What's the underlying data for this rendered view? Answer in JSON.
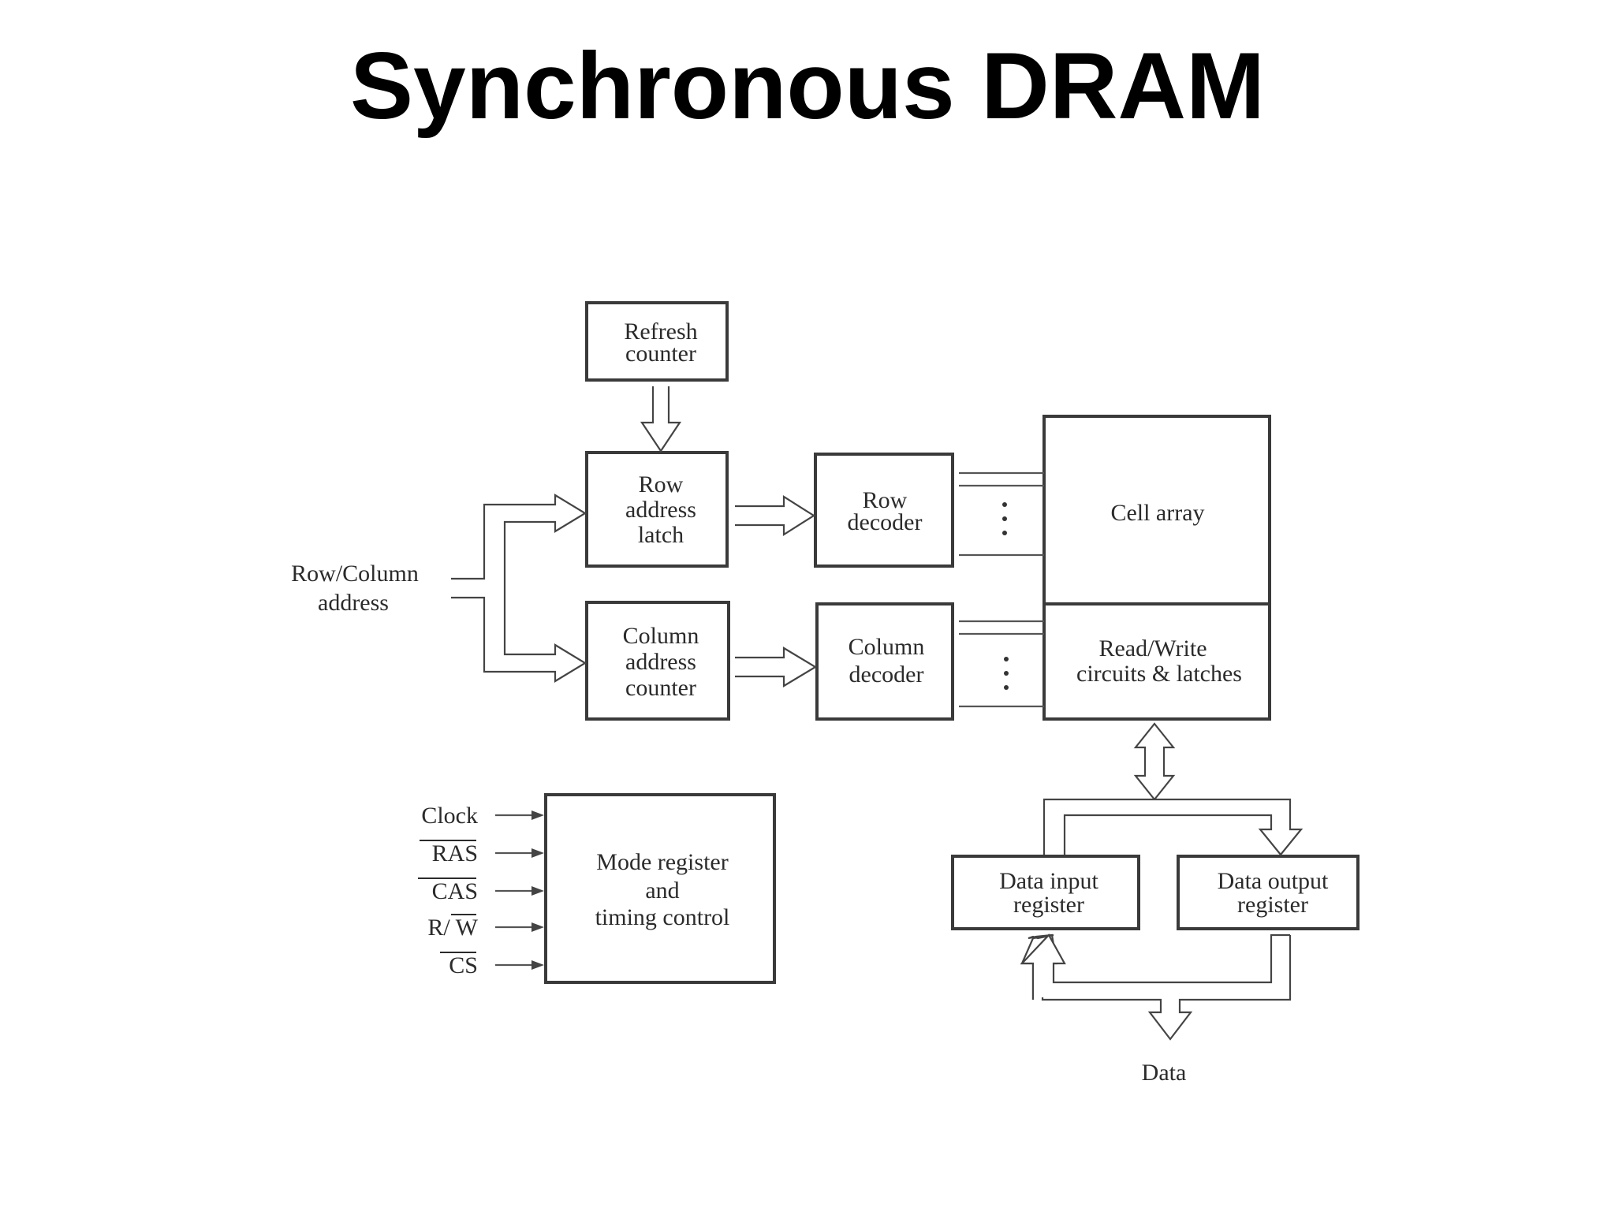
{
  "slide": {
    "title": "Synchronous DRAM"
  },
  "diagram": {
    "blocks": {
      "refresh_counter": [
        "Refresh",
        "counter"
      ],
      "row_address_latch": [
        "Row",
        "address",
        "latch"
      ],
      "column_address_counter": [
        "Column",
        "address",
        "counter"
      ],
      "row_decoder": [
        "Row",
        "decoder"
      ],
      "column_decoder": [
        "Column",
        "decoder"
      ],
      "cell_array": [
        "Cell array"
      ],
      "read_write_circuits": [
        "Read/Write",
        "circuits & latches"
      ],
      "mode_register": [
        "Mode register",
        "and",
        "timing control"
      ],
      "data_input_register": [
        "Data input",
        "register"
      ],
      "data_output_register": [
        "Data output",
        "register"
      ]
    },
    "external_labels": {
      "row_column_address": [
        "Row/Column",
        "address"
      ],
      "data": "Data"
    },
    "control_signals": [
      {
        "label": "Clock",
        "overline": false
      },
      {
        "label": "RAS",
        "overline": true
      },
      {
        "label": "CAS",
        "overline": true
      },
      {
        "label": "R/ W",
        "overline": false,
        "overline_part": "W"
      },
      {
        "label": "CS",
        "overline": true
      }
    ]
  }
}
